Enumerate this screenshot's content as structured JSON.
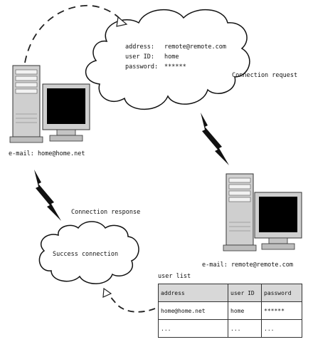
{
  "cloud_request": {
    "address_label": "address:",
    "address_value": "remote@remote.com",
    "userid_label": "user ID:",
    "userid_value": "home",
    "password_label": "password:",
    "password_value": "******"
  },
  "connection_request_label": "Connection request",
  "connection_response_label": "Connection response",
  "success_label": "Success connection",
  "home_email": "e-mail: home@home.net",
  "remote_email": "e-mail: remote@remote.com",
  "user_list": {
    "title": "user list",
    "headers": [
      "address",
      "user ID",
      "password"
    ],
    "rows": [
      [
        "home@home.net",
        "home",
        "******"
      ],
      [
        "...",
        "...",
        "..."
      ]
    ]
  },
  "icons": [
    "computer-icon",
    "lightning-bolt-icon",
    "cloud-shape",
    "dashed-arrow"
  ]
}
